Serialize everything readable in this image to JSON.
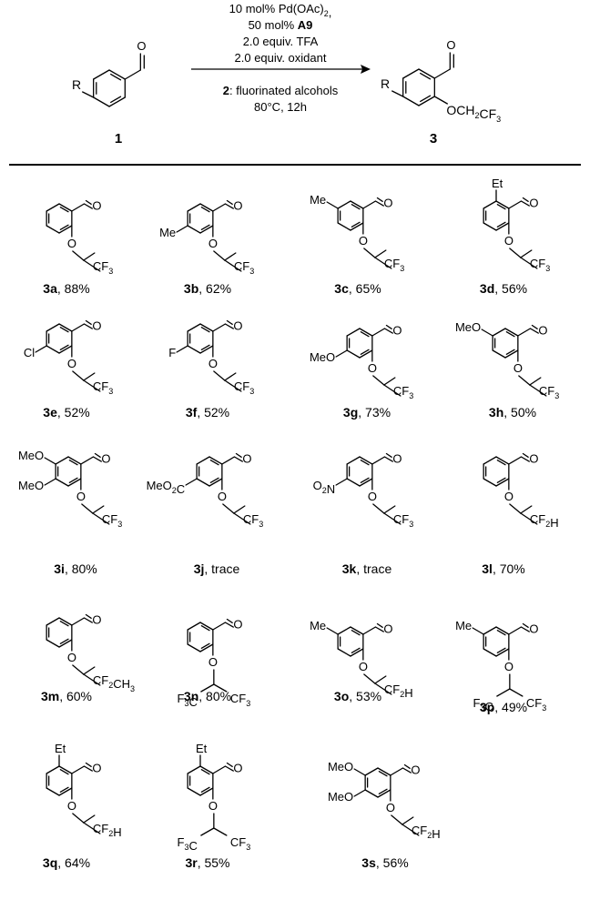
{
  "reaction": {
    "conditions": [
      [
        {
          "t": "10 mol% Pd(OAc)"
        },
        {
          "t": "2",
          "s": "sub"
        },
        {
          "t": ","
        }
      ],
      [
        {
          "t": "50 mol% "
        },
        {
          "t": "A9",
          "s": "b"
        }
      ],
      [
        {
          "t": "2.0 equiv. TFA"
        }
      ],
      [
        {
          "t": "2.0 equiv. oxidant"
        }
      ],
      [
        {
          "t": "2",
          "s": "b"
        },
        {
          "t": ": fluorinated alcohols"
        }
      ],
      [
        {
          "t": "80°C, 12h"
        }
      ]
    ],
    "reactant_label": "1",
    "product_label": "3",
    "substituent_label": "R",
    "product_alkoxy": [
      {
        "t": "OCH"
      },
      {
        "t": "2",
        "s": "sub"
      },
      {
        "t": "CF"
      },
      {
        "t": "3",
        "s": "sub"
      }
    ],
    "oxygen_label": "O"
  },
  "products": [
    {
      "id": "3a",
      "yield": "88%",
      "subs": [],
      "tail": "CF3"
    },
    {
      "id": "3b",
      "yield": "62%",
      "subs": [
        {
          "pos": 4,
          "text": "Me"
        }
      ],
      "tail": "CF3"
    },
    {
      "id": "3c",
      "yield": "65%",
      "subs": [
        {
          "pos": 5,
          "text": "Me"
        }
      ],
      "tail": "CF3"
    },
    {
      "id": "3d",
      "yield": "56%",
      "subs": [
        {
          "pos": 6,
          "text": "Et"
        }
      ],
      "tail": "CF3"
    },
    {
      "id": "3e",
      "yield": "52%",
      "subs": [
        {
          "pos": 4,
          "text": "Cl"
        }
      ],
      "tail": "CF3"
    },
    {
      "id": "3f",
      "yield": "52%",
      "subs": [
        {
          "pos": 4,
          "text": "F"
        }
      ],
      "tail": "CF3"
    },
    {
      "id": "3g",
      "yield": "73%",
      "subs": [
        {
          "pos": 4,
          "text": "MeO"
        }
      ],
      "tail": "CF3"
    },
    {
      "id": "3h",
      "yield": "50%",
      "subs": [
        {
          "pos": 5,
          "text": "MeO"
        }
      ],
      "tail": "CF3"
    },
    {
      "id": "3i",
      "yield": "80%",
      "subs": [
        {
          "pos": 4,
          "text": "MeO"
        },
        {
          "pos": 5,
          "text": "MeO"
        }
      ],
      "tail": "CF3"
    },
    {
      "id": "3j",
      "yield": "trace",
      "subs": [
        {
          "pos": 4,
          "text": "MeO2C"
        }
      ],
      "tail": "CF3"
    },
    {
      "id": "3k",
      "yield": "trace",
      "subs": [
        {
          "pos": 4,
          "text": "O2N"
        }
      ],
      "tail": "CF3"
    },
    {
      "id": "3l",
      "yield": "70%",
      "subs": [],
      "tail": "CF2H"
    },
    {
      "id": "3m",
      "yield": "60%",
      "subs": [],
      "tail": "CF2CH3"
    },
    {
      "id": "3n",
      "yield": "80%",
      "subs": [],
      "tail": "HFIP"
    },
    {
      "id": "3o",
      "yield": "53%",
      "subs": [
        {
          "pos": 5,
          "text": "Me"
        }
      ],
      "tail": "CF2H"
    },
    {
      "id": "3p",
      "yield": "49%",
      "subs": [
        {
          "pos": 5,
          "text": "Me"
        }
      ],
      "tail": "HFIP"
    },
    {
      "id": "3q",
      "yield": "64%",
      "subs": [
        {
          "pos": 6,
          "text": "Et"
        }
      ],
      "tail": "CF2H"
    },
    {
      "id": "3r",
      "yield": "55%",
      "subs": [
        {
          "pos": 6,
          "text": "Et"
        }
      ],
      "tail": "HFIP"
    },
    {
      "id": "3s",
      "yield": "56%",
      "subs": [
        {
          "pos": 4,
          "text": "MeO"
        },
        {
          "pos": 5,
          "text": "MeO"
        }
      ],
      "tail": "CF2H"
    }
  ],
  "fragments": {
    "O": "O",
    "CF3": [
      {
        "t": "CF"
      },
      {
        "t": "3",
        "s": "sub"
      }
    ],
    "CF2H": [
      {
        "t": "CF"
      },
      {
        "t": "2",
        "s": "sub"
      },
      {
        "t": "H"
      }
    ],
    "CF2CH3": [
      {
        "t": "CF"
      },
      {
        "t": "2",
        "s": "sub"
      },
      {
        "t": "CH"
      },
      {
        "t": "3",
        "s": "sub"
      }
    ],
    "HFIP_left": [
      {
        "t": "F"
      },
      {
        "t": "3",
        "s": "sub"
      },
      {
        "t": "C"
      }
    ],
    "HFIP_right": [
      {
        "t": "CF"
      },
      {
        "t": "3",
        "s": "sub"
      }
    ],
    "MeO": [
      {
        "t": "MeO"
      }
    ],
    "MeO2C": [
      {
        "t": "MeO"
      },
      {
        "t": "2",
        "s": "sub"
      },
      {
        "t": "C"
      }
    ],
    "O2N": [
      {
        "t": "O"
      },
      {
        "t": "2",
        "s": "sub"
      },
      {
        "t": "N"
      }
    ],
    "Me": [
      {
        "t": "Me"
      }
    ],
    "Et": [
      {
        "t": "Et"
      }
    ],
    "Cl": [
      {
        "t": "Cl"
      }
    ],
    "F": [
      {
        "t": "F"
      }
    ]
  }
}
